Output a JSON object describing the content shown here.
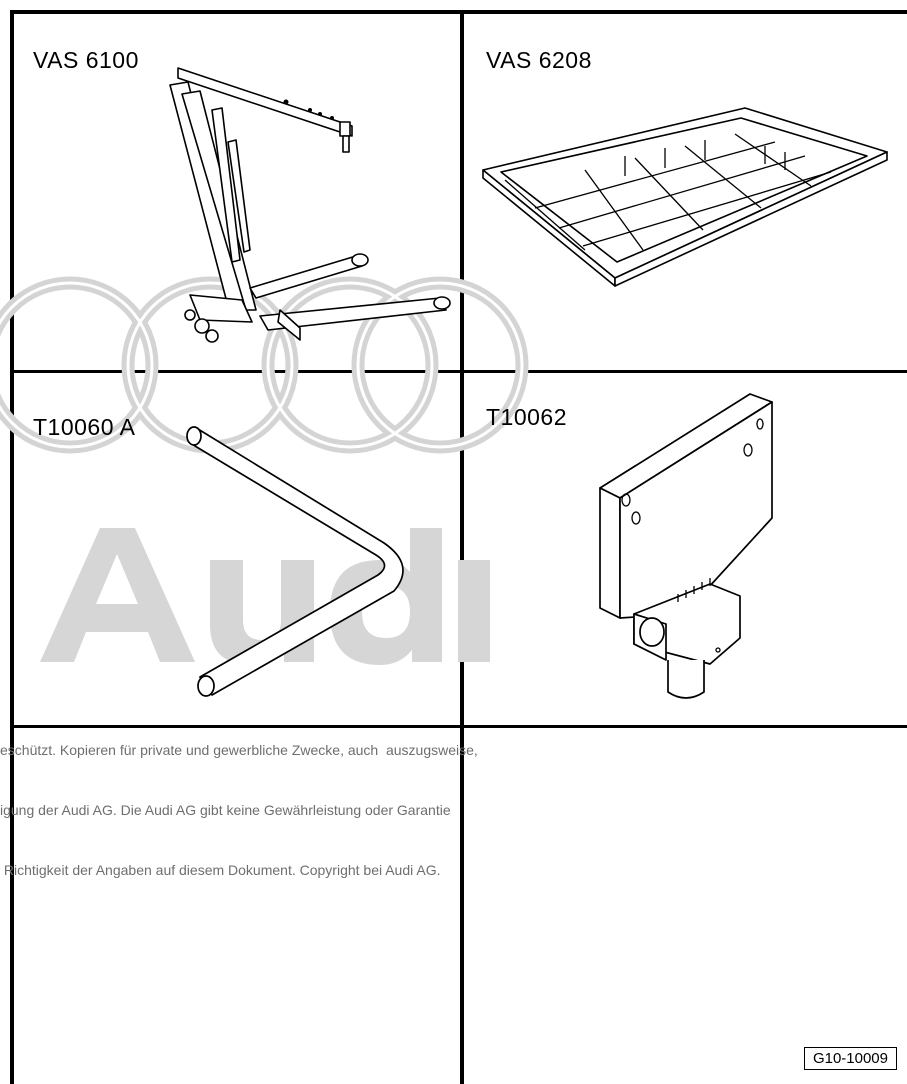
{
  "cells": [
    {
      "id": "vas-6100",
      "label": "VAS 6100",
      "illustration": "engine-crane-icon"
    },
    {
      "id": "vas-6208",
      "label": "VAS 6208",
      "illustration": "parts-tray-icon"
    },
    {
      "id": "t10060a",
      "label": "T10060 A",
      "illustration": "bent-bar-icon"
    },
    {
      "id": "t10062",
      "label": "T10062",
      "illustration": "mounting-plate-icon"
    }
  ],
  "watermark": {
    "brand": "Audi",
    "copyright_lines": [
      "eschützt. Kopieren für private und gewerbliche Zwecke, auch  auszugsweise,",
      "igung der Audi AG. Die Audi AG gibt keine Gewährleistung oder Garantie",
      " Richtigkeit der Angaben auf diesem Dokument. Copyright bei Audi AG."
    ]
  },
  "figure_ref": "G10-10009"
}
